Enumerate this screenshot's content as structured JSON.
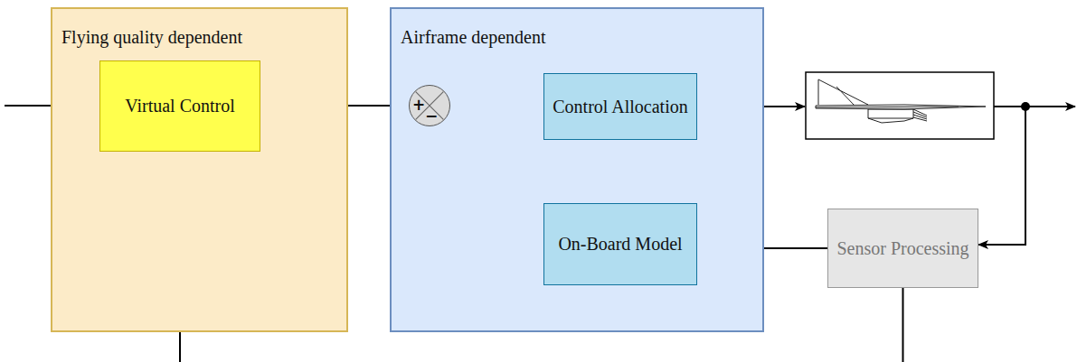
{
  "diagram": {
    "nodes": [
      {
        "text": [
          "Flying quality dependent"
        ]
      },
      {
        "text": [
          "Virtual Control"
        ],
        "in": 0
      },
      {
        "text": [
          "Airframe dependent"
        ]
      },
      {
        "text": [
          "+",
          "−"
        ],
        "in": 2
      },
      {
        "text": [
          "Control Allocation"
        ],
        "in": 2
      },
      {
        "text": [
          "On-Board Model"
        ],
        "in": 2
      },
      {
        "text": [
          "Sensor Processing"
        ]
      }
    ],
    "edges": [
      {
        "from": 1,
        "to": 3,
        "arrow": "to"
      },
      {
        "from": 3,
        "to": 4,
        "arrow": "to"
      },
      {
        "from": 5,
        "to": 3,
        "arrow": "to"
      },
      {
        "from": 6,
        "to": 5,
        "arrow": "to"
      },
      {
        "from": 6,
        "to": 1,
        "arrow": "to"
      }
    ]
  }
}
